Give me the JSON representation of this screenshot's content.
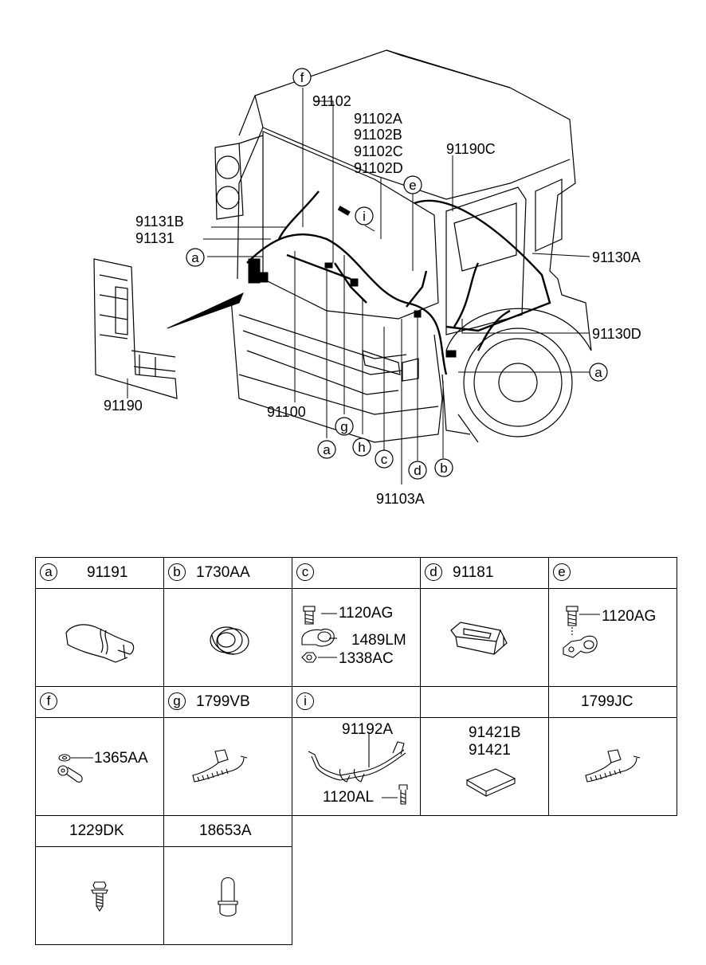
{
  "diagram_labels": {
    "p91102": "91102",
    "p91102A": "91102A",
    "p91102B": "91102B",
    "p91102C": "91102C",
    "p91102D": "91102D",
    "p91190C": "91190C",
    "p91131B": "91131B",
    "p91131": "91131",
    "p91130A": "91130A",
    "p91130D": "91130D",
    "p91190": "91190",
    "p91100": "91100",
    "p91103A": "91103A"
  },
  "callouts": {
    "f": "f",
    "e": "e",
    "i": "i",
    "a_left": "a",
    "a_right": "a",
    "a_bottom": "a",
    "g": "g",
    "h": "h",
    "c": "c",
    "d": "d",
    "b": "b"
  },
  "table": {
    "row1": [
      {
        "letter": "a",
        "part": "91191"
      },
      {
        "letter": "b",
        "part": "1730AA"
      },
      {
        "letter": "c",
        "part": ""
      },
      {
        "letter": "d",
        "part": "91181"
      },
      {
        "letter": "e",
        "part": ""
      }
    ],
    "row2": [
      {
        "letter": "f",
        "part": ""
      },
      {
        "letter": "g",
        "part": "1799VB"
      },
      {
        "letter": "i",
        "part": ""
      },
      {
        "letter": "",
        "part": ""
      },
      {
        "letter": "",
        "part": "1799JC"
      }
    ],
    "row3": [
      {
        "letter": "",
        "part": "1229DK"
      },
      {
        "letter": "",
        "part": "18653A"
      }
    ],
    "inner": {
      "c_1": "1120AG",
      "c_2": "1489LM",
      "c_3": "1338AC",
      "e_1": "1120AG",
      "f_1": "1365AA",
      "i_1": "91192A",
      "i_2": "1120AL",
      "k_1": "91421B",
      "k_2": "91421"
    }
  }
}
